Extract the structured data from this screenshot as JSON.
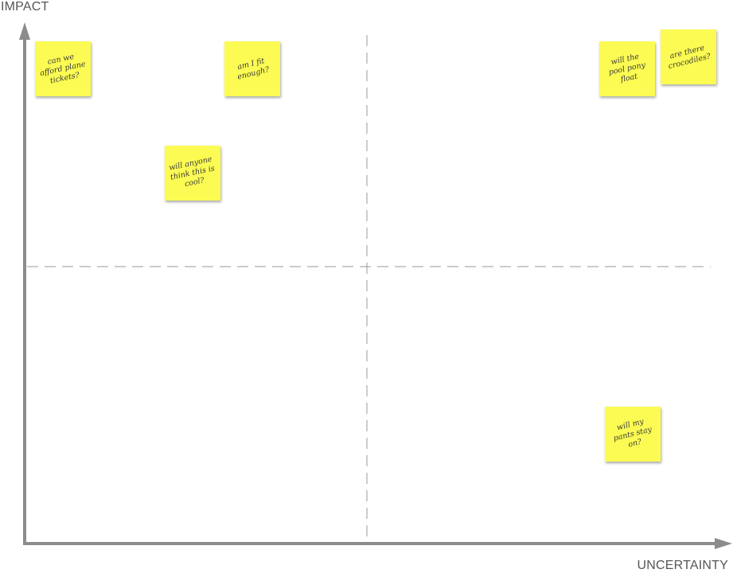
{
  "axes": {
    "y_label": "IMPACT",
    "x_label": "UNCERTAINTY",
    "axis_color": "#8c8c8c",
    "divider_color": "#9a9a9a"
  },
  "note_color": "#fbfb53",
  "notes": [
    {
      "id": "plane-tickets",
      "text": "can we afford plane tickets?"
    },
    {
      "id": "fit-enough",
      "text": "am I fit enough?"
    },
    {
      "id": "anyone-cool",
      "text": "will anyone think this is cool?"
    },
    {
      "id": "pool-pony",
      "text": "will the pool pony float"
    },
    {
      "id": "crocodiles",
      "text": "are there crocodiles?"
    },
    {
      "id": "pants-stay",
      "text": "will my pants stay on?"
    }
  ]
}
